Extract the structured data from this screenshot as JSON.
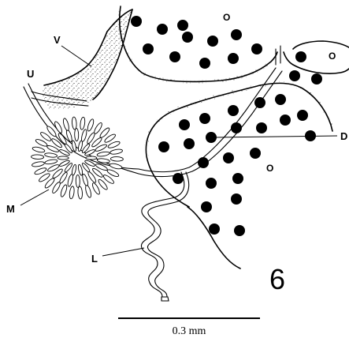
{
  "figure": {
    "number": "6",
    "scale_bar": {
      "label": "0.3 mm"
    },
    "labels": {
      "V": "V",
      "U": "U",
      "M": "M",
      "L": "L",
      "D": "D",
      "O_top": "O",
      "O_right": "O",
      "O_lower": "O"
    }
  }
}
